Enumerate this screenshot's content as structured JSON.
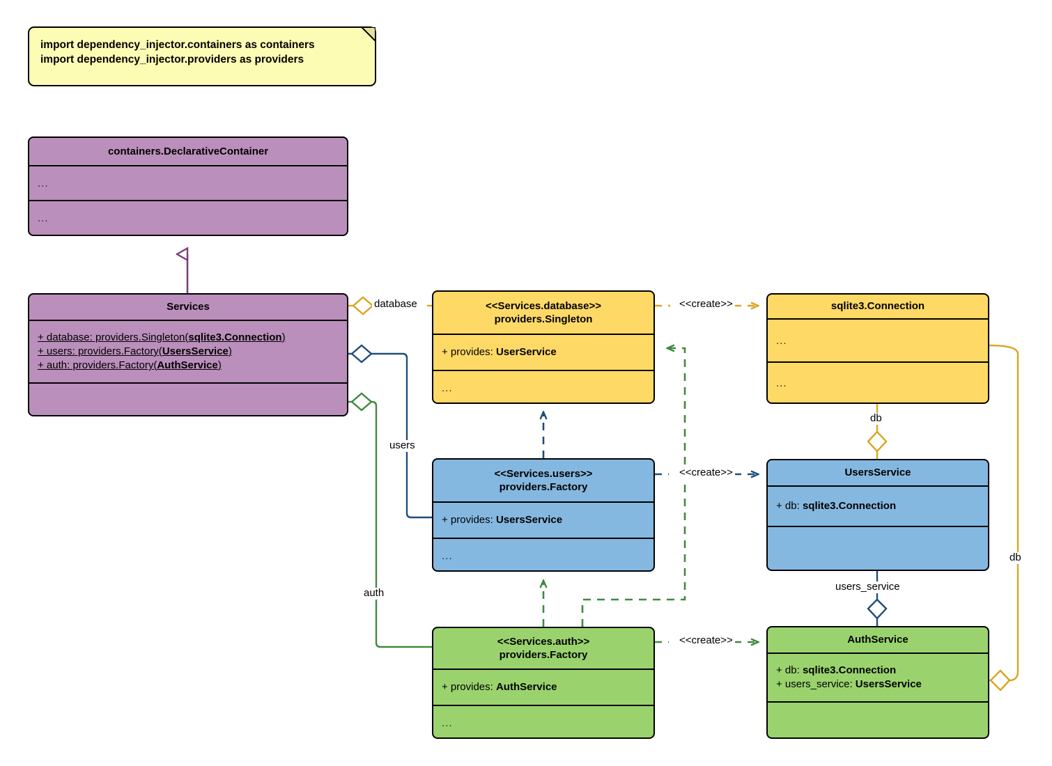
{
  "diagram": {
    "kind": "uml-class-diagram",
    "title": "dependency_injector Services container class diagram",
    "colors": {
      "note_fill": "#fdfcb4",
      "purple": "#bb8fbb",
      "purple_edge": "#7b3f7b",
      "yellow": "#ffd966",
      "yellow_edge": "#d9a520",
      "blue": "#85b8e0",
      "blue_edge": "#1f4e79",
      "green": "#9ad36e",
      "green_edge": "#3f8a3f",
      "outline": "#000000"
    }
  },
  "note": {
    "name": "import-note",
    "lines": [
      "import dependency_injector.containers as containers",
      "import dependency_injector.providers as providers"
    ]
  },
  "classes": {
    "declarative_container": {
      "title": "containers.DeclarativeContainer",
      "stereotype": "",
      "attributes": [
        "..."
      ],
      "operations": [
        "..."
      ],
      "color": "purple"
    },
    "services": {
      "title": "Services",
      "stereotype": "",
      "attributes": [
        "+ database: providers.Singleton(sqlite3.Connection)",
        "+ users: providers.Factory(UsersService)",
        "+ auth: providers.Factory(AuthService)"
      ],
      "attributes_rich": [
        {
          "plain": "+ database: providers.Singleton(",
          "bold": "sqlite3.Connection",
          "tail": ")"
        },
        {
          "plain": "+ users: providers.Factory(",
          "bold": "UsersService",
          "tail": ")"
        },
        {
          "plain": "+ auth: providers.Factory(",
          "bold": "AuthService",
          "tail": ")"
        }
      ],
      "operations": [],
      "color": "purple"
    },
    "services_database": {
      "stereotype": "<<Services.database>>",
      "title": "providers.Singleton",
      "attr_plain": "+ provides: ",
      "attr_bold": "UserService",
      "operations": [
        "..."
      ],
      "color": "yellow"
    },
    "sqlite_connection": {
      "stereotype": "",
      "title": "sqlite3.Connection",
      "attributes": [
        "..."
      ],
      "operations": [
        "..."
      ],
      "color": "yellow"
    },
    "services_users": {
      "stereotype": "<<Services.users>>",
      "title": "providers.Factory",
      "attr_plain": "+ provides: ",
      "attr_bold": "UsersService",
      "operations": [
        "..."
      ],
      "color": "blue"
    },
    "users_service": {
      "stereotype": "",
      "title": "UsersService",
      "attr_plain": "+ db: ",
      "attr_bold": "sqlite3.Connection",
      "operations": [
        ""
      ],
      "color": "blue"
    },
    "services_auth": {
      "stereotype": "<<Services.auth>>",
      "title": "providers.Factory",
      "attr_plain": "+ provides: ",
      "attr_bold": "AuthService",
      "operations": [
        "..."
      ],
      "color": "green"
    },
    "auth_service": {
      "stereotype": "",
      "title": "AuthService",
      "attr_rows": [
        {
          "plain": "+ db: ",
          "bold": "sqlite3.Connection"
        },
        {
          "plain": "+ users_service: ",
          "bold": "UsersService"
        }
      ],
      "operations": [
        ""
      ],
      "color": "green"
    }
  },
  "edges": {
    "database_label": "database",
    "users_label": "users",
    "auth_label": "auth",
    "db_label_mid": "db",
    "db_label_right": "db",
    "users_service_label": "users_service",
    "create_database": "<<create>>",
    "create_users": "<<create>>",
    "create_auth": "<<create>>"
  }
}
